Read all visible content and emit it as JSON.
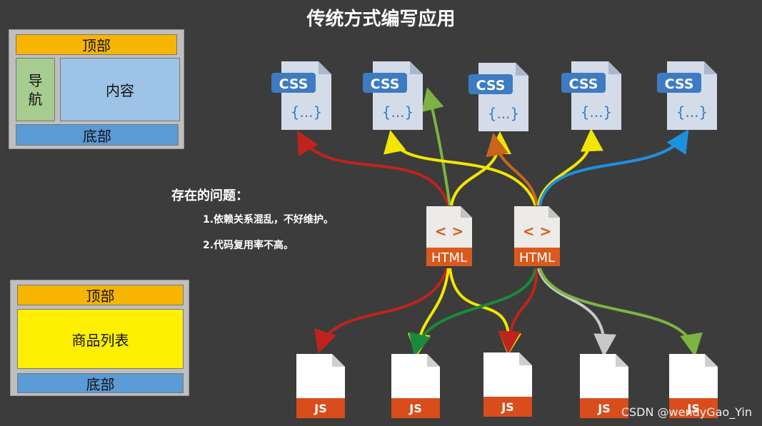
{
  "title": "传统方式编写应用",
  "layout1": {
    "top": "顶部",
    "nav": "导\n航",
    "content": "内容",
    "bottom": "底部"
  },
  "layout2": {
    "top": "顶部",
    "content": "商品列表",
    "bottom": "底部"
  },
  "problems": {
    "heading": "存在的问题：",
    "items": [
      "1.依赖关系混乱，不好维护。",
      "2.代码复用率不高。"
    ]
  },
  "file_labels": {
    "css": "CSS",
    "css_body": "{...}",
    "html": "HTML",
    "js": "JS"
  },
  "watermark": "CSDN @wendyGao_Yin",
  "colors": {
    "background": "#3c3c3c",
    "top_bar": "#f7b500",
    "nav": "#a6cc8f",
    "content": "#9dc3e6",
    "bottom": "#5b9bd5",
    "product_list": "#ffef00",
    "html_orange": "#d95a1e",
    "css_blue": "#3d7bc2"
  }
}
